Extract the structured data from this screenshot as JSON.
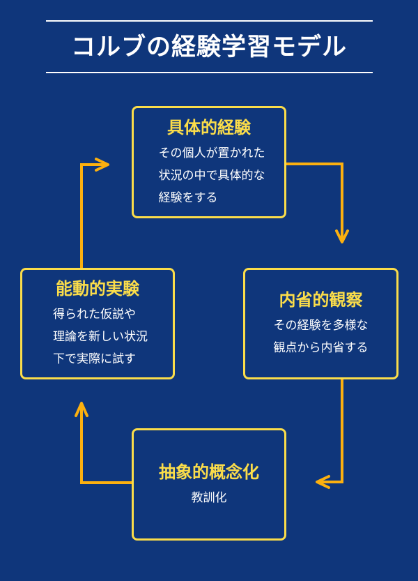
{
  "title": "コルブの経験学習モデル",
  "colors": {
    "background": "#0f367b",
    "box_border": "#fbdd4a",
    "heading": "#fbdd4a",
    "arrow": "#fcb00f",
    "text": "#ffffff"
  },
  "stages": [
    {
      "id": "concrete",
      "heading": "具体的経験",
      "lines": [
        "その個人が置かれた",
        "状況の中で具体的な",
        "経験をする"
      ]
    },
    {
      "id": "reflective",
      "heading": "内省的観察",
      "lines": [
        "その経験を多様な",
        "観点から内省する"
      ]
    },
    {
      "id": "abstract",
      "heading": "抽象的概念化",
      "lines": [
        "教訓化"
      ]
    },
    {
      "id": "active",
      "heading": "能動的実験",
      "lines": [
        "得られた仮説や",
        "理論を新しい状況",
        "下で実際に試す"
      ]
    }
  ],
  "flow": [
    {
      "from": "具体的経験",
      "to": "内省的観察"
    },
    {
      "from": "内省的観察",
      "to": "抽象的概念化"
    },
    {
      "from": "抽象的概念化",
      "to": "能動的実験"
    },
    {
      "from": "能動的実験",
      "to": "具体的経験"
    }
  ]
}
